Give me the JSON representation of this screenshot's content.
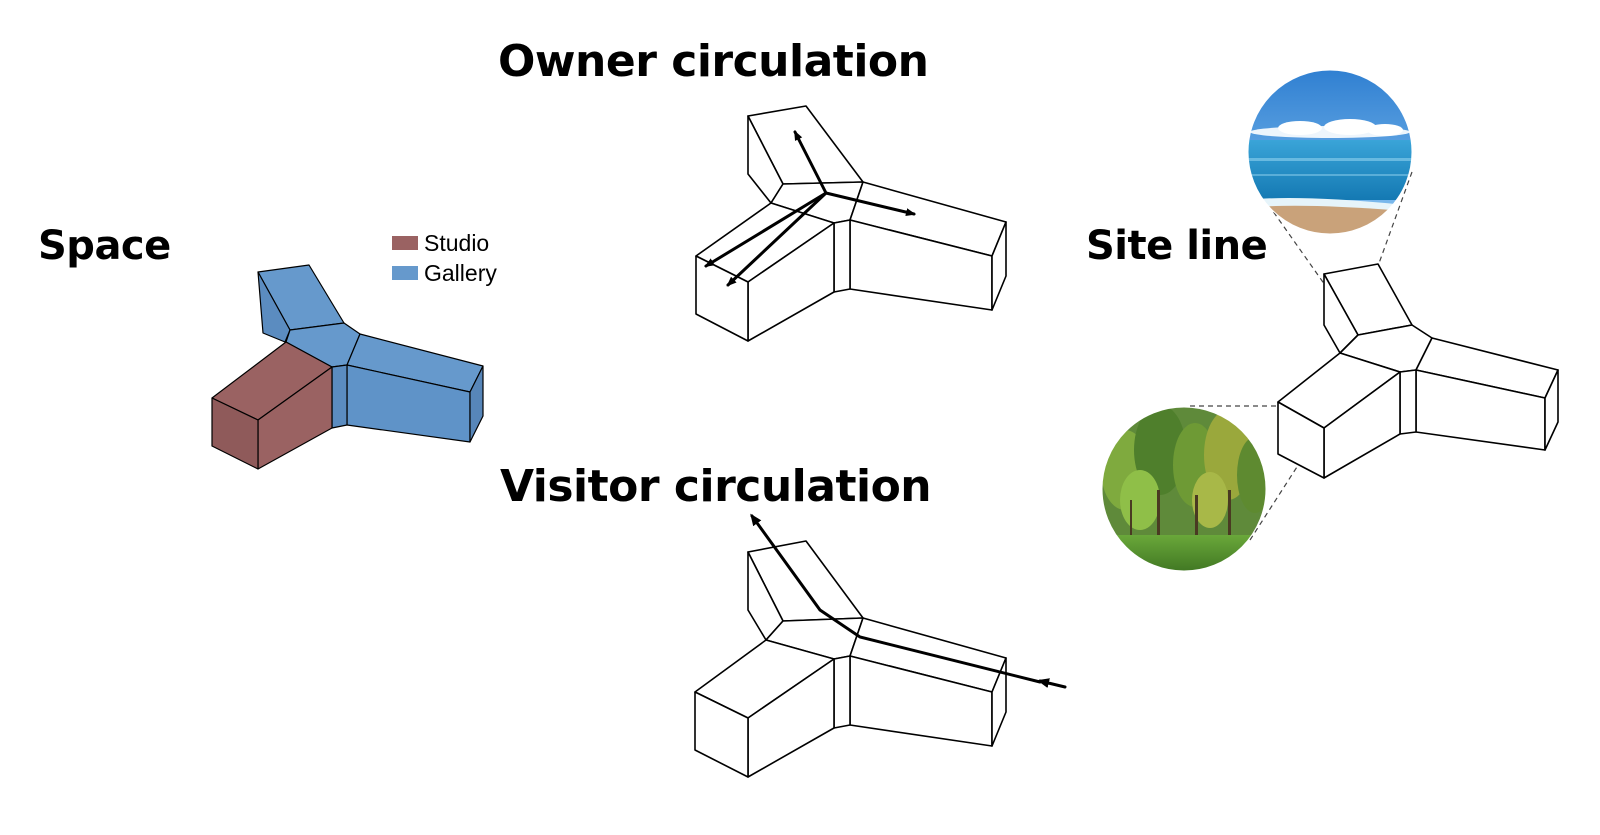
{
  "titles": {
    "owner": "Owner circulation",
    "visitor": "Visitor circulation",
    "space": "Space",
    "site": "Site line"
  },
  "legend": [
    {
      "label": "Studio",
      "color": "#9a6262"
    },
    {
      "label": "Gallery",
      "color": "#6699cc"
    }
  ],
  "colors": {
    "studio": "#9a6262",
    "gallery": "#6699cc",
    "line": "#000000",
    "sky": "#3c8fd8",
    "sea": "#1f8fc4",
    "sand": "#c9a27a",
    "forest": "#3f6b2a",
    "grass": "#5d9a34"
  },
  "icons": {
    "sea_view": "sea-view-photo",
    "forest_view": "forest-view-photo"
  }
}
